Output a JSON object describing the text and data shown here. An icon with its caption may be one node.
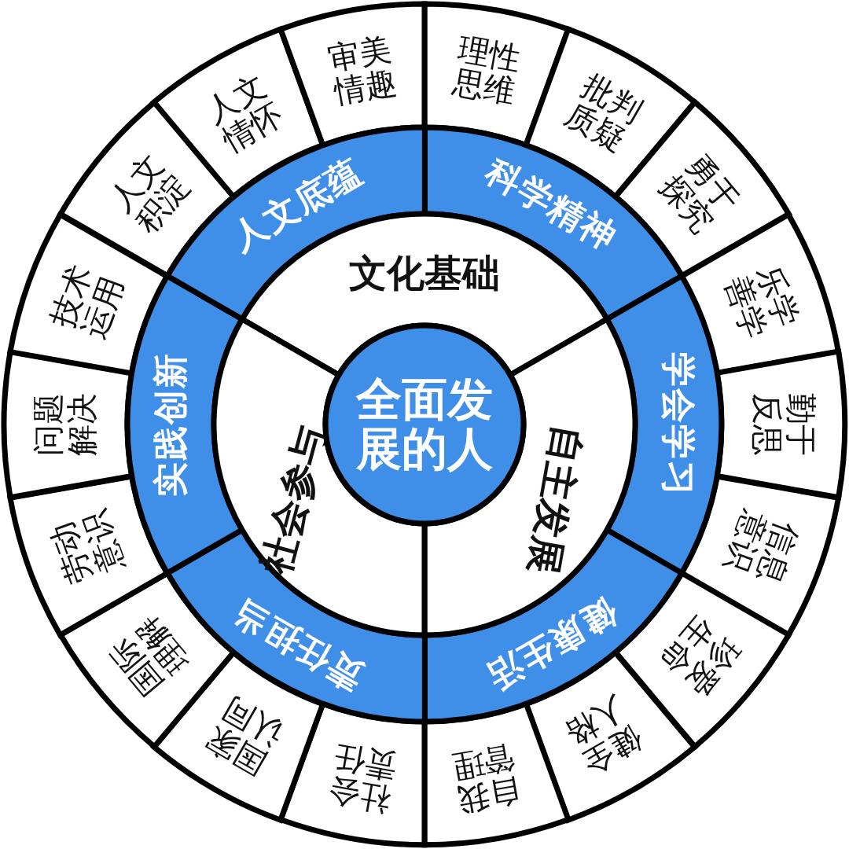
{
  "diagram": {
    "nodes": [
      {
        "text": [
          "全面发展的人"
        ]
      },
      {
        "text": [
          "文化基础"
        ]
      },
      {
        "text": [
          "自主发展"
        ]
      },
      {
        "text": [
          "社会参与"
        ]
      },
      {
        "text": [
          "科学精神"
        ]
      },
      {
        "text": [
          "学会学习"
        ]
      },
      {
        "text": [
          "健康生活"
        ]
      },
      {
        "text": [
          "责任担当"
        ]
      },
      {
        "text": [
          "实践创新"
        ]
      },
      {
        "text": [
          "人文底蕴"
        ]
      },
      {
        "text": [
          "理性思维"
        ]
      },
      {
        "text": [
          "批判质疑"
        ]
      },
      {
        "text": [
          "勇于探究"
        ]
      },
      {
        "text": [
          "乐学善学"
        ]
      },
      {
        "text": [
          "勤于反思"
        ]
      },
      {
        "text": [
          "信息意识"
        ]
      },
      {
        "text": [
          "珍爱生命"
        ]
      },
      {
        "text": [
          "健全人格"
        ]
      },
      {
        "text": [
          "自我管理"
        ]
      },
      {
        "text": [
          "社会责任"
        ]
      },
      {
        "text": [
          "国家认同"
        ]
      },
      {
        "text": [
          "国际理解"
        ]
      },
      {
        "text": [
          "劳动意识"
        ]
      },
      {
        "text": [
          "问题解决"
        ]
      },
      {
        "text": [
          "技术运用"
        ]
      },
      {
        "text": [
          "人文积淀"
        ]
      },
      {
        "text": [
          "人文情怀"
        ]
      },
      {
        "text": [
          "审美情趣"
        ]
      }
    ]
  }
}
